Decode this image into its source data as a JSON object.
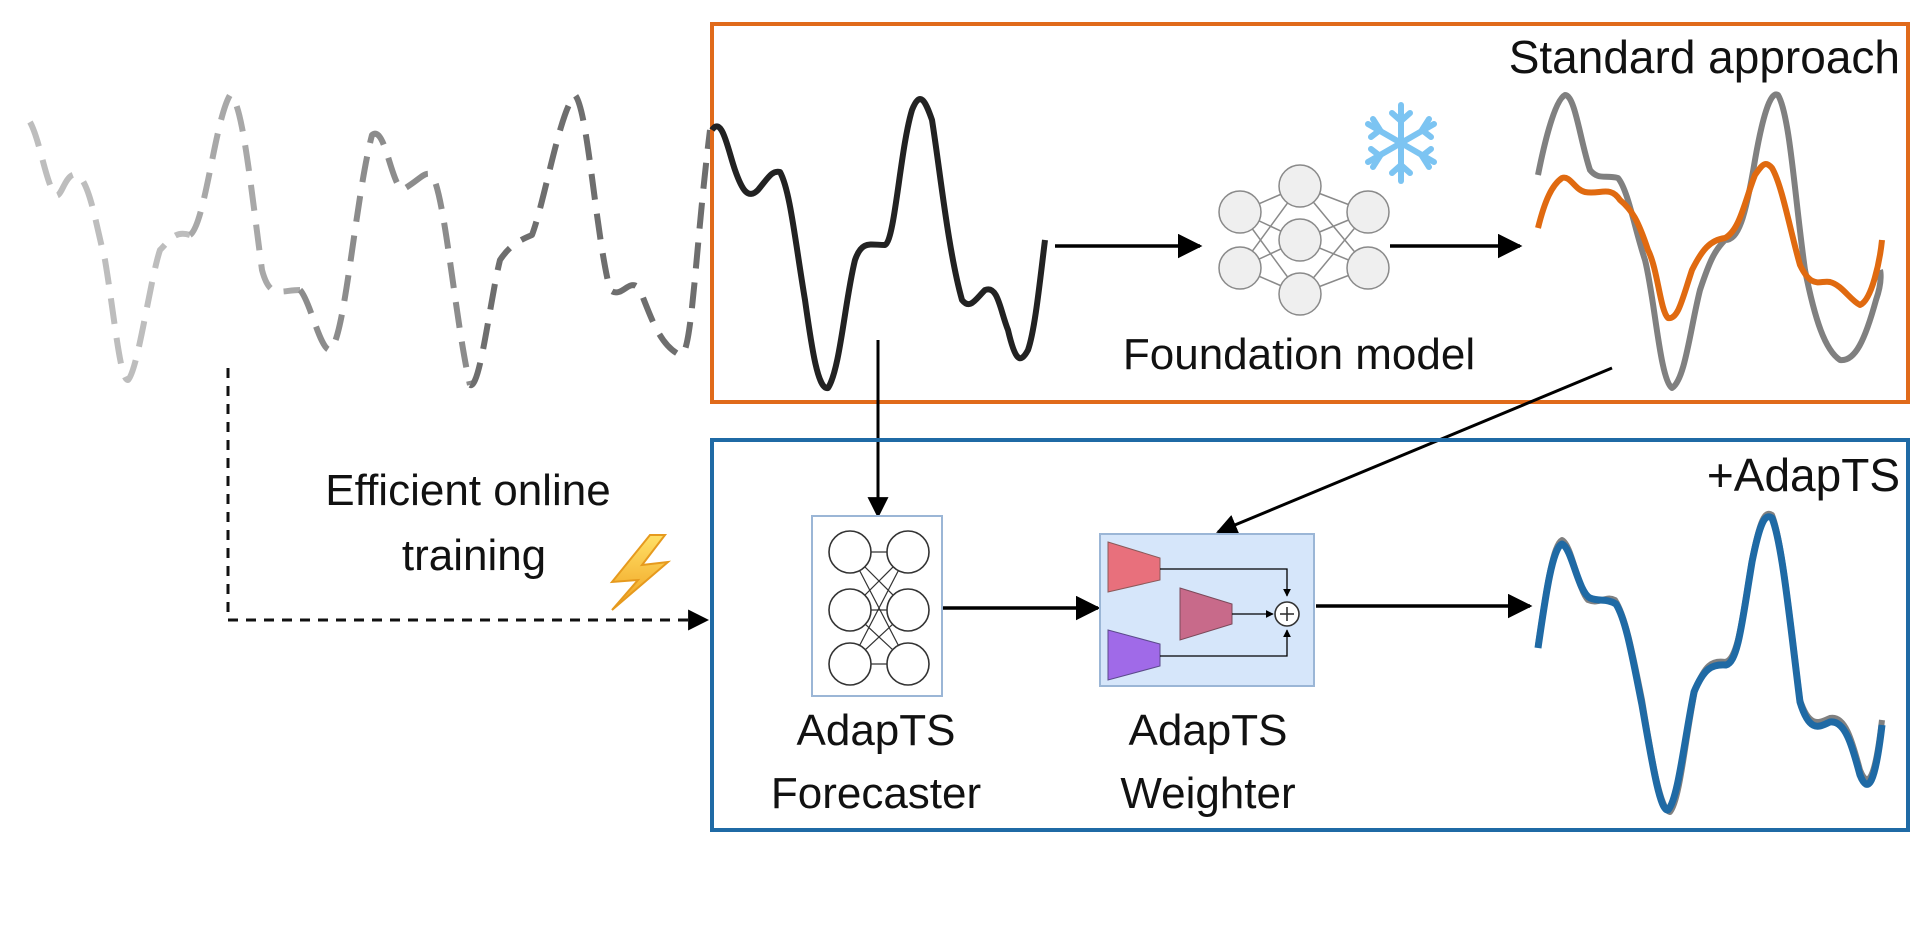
{
  "standard": {
    "title": "Standard approach",
    "model_label": "Foundation model",
    "icon": "snowflake-icon"
  },
  "adapts": {
    "title": "+AdapTS",
    "forecaster_line1": "AdapTS",
    "forecaster_line2": "Forecaster",
    "weighter_line1": "AdapTS",
    "weighter_line2": "Weighter"
  },
  "training": {
    "line1": "Efficient online",
    "line2": "training",
    "icon": "lightning-icon"
  },
  "colors": {
    "standard_frame": "#e06a1a",
    "adapts_frame": "#1f6aa5",
    "orange_forecast": "#e06a10",
    "blue_forecast": "#1f6aa5",
    "ground_truth": "#808080",
    "weighter_fill": "#d6e6fa"
  }
}
